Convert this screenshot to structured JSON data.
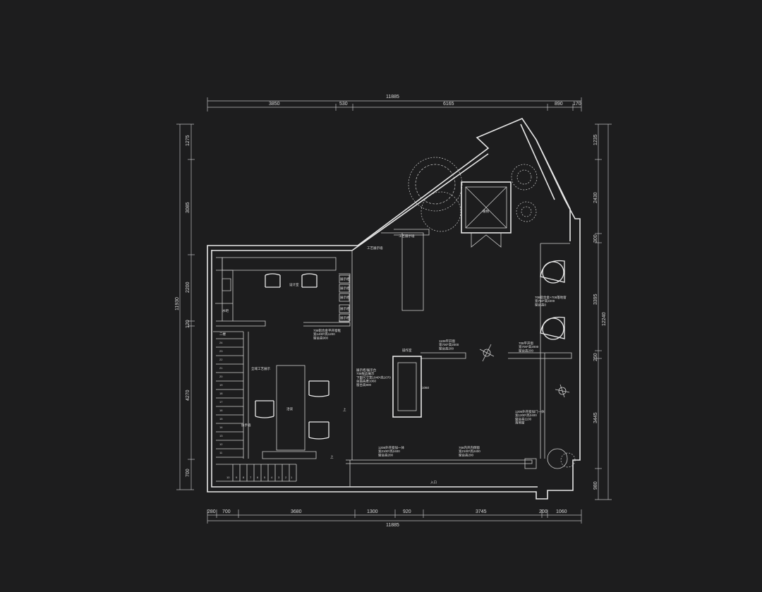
{
  "drawing": {
    "background": "#1d1d1e",
    "line_color": "#e6e6e6",
    "top_dimensions": {
      "overall": "11885",
      "segments": [
        "3850",
        "530",
        "6165",
        "890",
        "170"
      ]
    },
    "bottom_dimensions": {
      "overall": "11885",
      "segments": [
        "280",
        "700",
        "3680",
        "1300",
        "920",
        "3745",
        "200",
        "1060"
      ]
    },
    "left_dimensions": {
      "overall": "11930",
      "segments": [
        "1275",
        "3085",
        "2200",
        "120",
        "4270",
        "700"
      ]
    },
    "right_dimensions": {
      "overall": "12240",
      "segments": [
        "1235",
        "2430",
        "300",
        "3395",
        "250",
        "3445",
        "980"
      ]
    },
    "room_labels": {
      "design_room": "设计室",
      "craft_wall": "工艺展示墙",
      "water_bar": "水吧",
      "stair_top": "二楼",
      "craft_display": "全域工艺展示",
      "handrail": "扶手墙",
      "reception": "洽谈",
      "operation": "操作室",
      "up_a": "上",
      "up_b": "上",
      "entrance": "入口",
      "plant": "植物",
      "door_code": "1060"
    },
    "notes": {
      "cabinet_a": "展示柜",
      "cabinet_b": "展示柜",
      "cabinet_c": "展示柜",
      "cabinet_d": "展示柜",
      "cabinet_e": "展示柜",
      "window_design": "708铝合金平开窗框 宽1400*高1200 窗台高900",
      "model_case": "展示柜/展示台 708样品展示 下部尺寸宽1040*高1070 台面高度1060 窗台高800",
      "window_1108": "1108平开窗 宽700*高2000 窗台高200",
      "window_708a": "708平开窗 宽700*高2000 窗台高200",
      "window_right": "708铝合金+708落地窗 宽750*高2200 窗台高0",
      "window_1208": "1208外开窗加门一体 宽1200*高2400 窗台高1100 落地窗",
      "window_bottom_left": "1208外开窗加一体 宽2100*高2400 窗台高200",
      "window_bottom_right": "708内开内倒窗 宽2100*高2400 窗台高200"
    },
    "stair_numbers": [
      "24",
      "23",
      "22",
      "21",
      "20",
      "19",
      "18",
      "17",
      "16",
      "15",
      "14",
      "13",
      "12",
      "11",
      "10",
      "9",
      "8",
      "7",
      "6",
      "5",
      "4",
      "3",
      "2",
      "1"
    ]
  }
}
